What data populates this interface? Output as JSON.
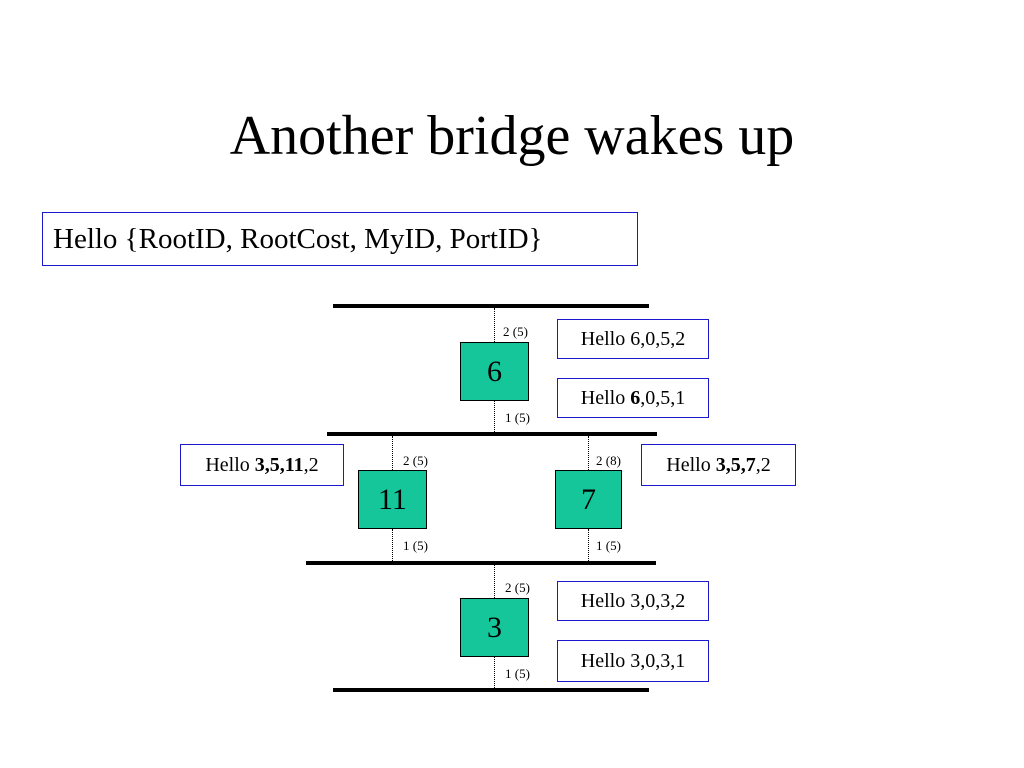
{
  "title": "Another bridge wakes up",
  "legend": "Hello {RootID, RootCost, MyID, PortID}",
  "colors": {
    "bridge_fill": "#14c69a",
    "message_border": "#1a1acc"
  },
  "bridges": {
    "b6": "6",
    "b11": "11",
    "b7": "7",
    "b3": "3"
  },
  "ports": {
    "b6_top": "2 (5)",
    "b6_bottom": "1 (5)",
    "b11_top": "2 (5)",
    "b11_bottom": "1 (5)",
    "b7_top": "2 (8)",
    "b7_bottom": "1 (5)",
    "b3_top": "2 (5)",
    "b3_bottom": "1 (5)"
  },
  "messages": {
    "b6_port2": {
      "text": "Hello 6,0,5,2"
    },
    "b6_port1": {
      "prefix": "Hello ",
      "bold": "6",
      "suffix": ",0,5,1"
    },
    "b11": {
      "prefix": "Hello ",
      "bold": "3,5,11",
      "suffix": ",2"
    },
    "b7": {
      "prefix": "Hello ",
      "bold": "3,5,7",
      "suffix": ",2"
    },
    "b3_port2": {
      "text": "Hello 3,0,3,2"
    },
    "b3_port1": {
      "text": "Hello 3,0,3,1"
    }
  }
}
